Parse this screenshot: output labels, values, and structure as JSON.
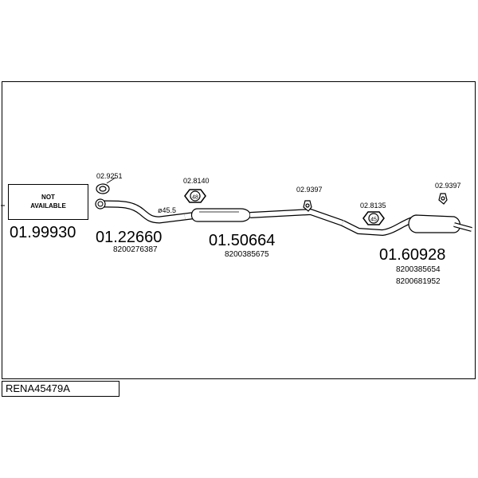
{
  "diagram": {
    "title": "RENA45479A",
    "not_available": [
      "NOT",
      "AVAILABLE"
    ],
    "parts": [
      {
        "number": "01.99930",
        "oe": []
      },
      {
        "number": "01.22660",
        "oe": [
          "8200276387"
        ]
      },
      {
        "number": "01.50664",
        "oe": [
          "8200385675"
        ]
      },
      {
        "number": "01.60928",
        "oe": [
          "8200385654",
          "8200681952"
        ]
      }
    ],
    "accessories": [
      "02.9251",
      "02.8140",
      "02.9397",
      "02.8135",
      "02.9397"
    ],
    "pipe_diameter_label": "ø45.5",
    "clamp_numbers": [
      "48",
      "45"
    ]
  }
}
